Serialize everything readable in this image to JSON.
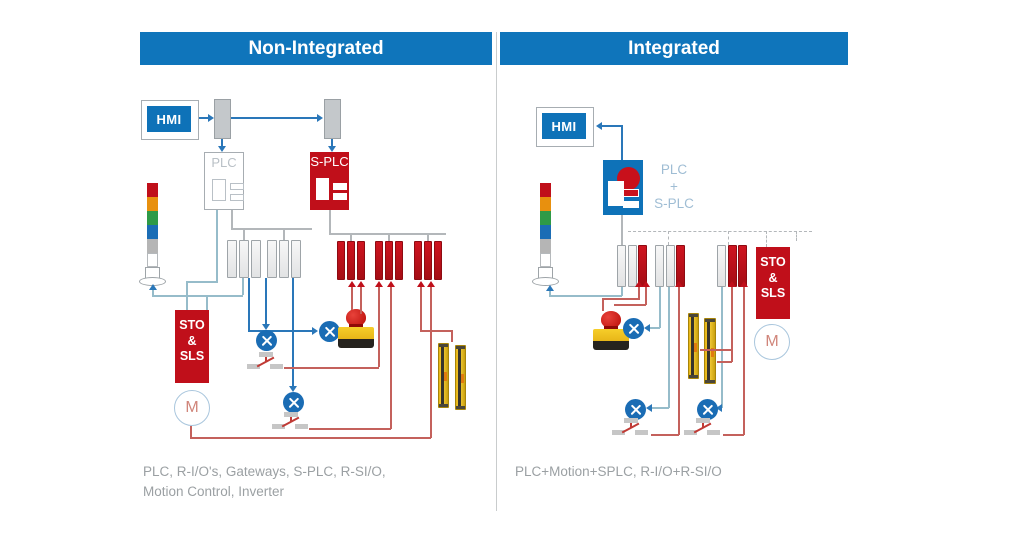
{
  "colors": {
    "header_blue": "#0f75bb",
    "device_blue": "#0e72b8",
    "safety_red": "#c00f1a",
    "wire_red": "#c4615c",
    "wire_blue": "#2a77b9",
    "wire_teal": "#96bcca",
    "wire_gray": "#b3b7ba",
    "caption_gray": "#9ba0a3",
    "tower_segments": [
      "#c00f1a",
      "#e8900e",
      "#2e9a47",
      "#1b6db5",
      "#b5b5b5",
      "#ffffff"
    ]
  },
  "icons": {
    "signal_tower": "stack-light-icon",
    "lamp_symbol": "circle-x-output-icon",
    "switch_symbol": "contact-switch-icon",
    "emergency_stop": "emergency-stop-button-icon",
    "light_curtain": "safety-light-curtain-icon",
    "motor": "motor-circle-icon"
  },
  "left": {
    "title": "Non-Integrated",
    "hmi": "HMI",
    "plc": "PLC",
    "splc": "S-PLC",
    "sto": {
      "l1": "STO",
      "l2": "&",
      "l3": "SLS"
    },
    "motor": "M",
    "caption1": "PLC, R-I/O's, Gateways, S-PLC, R-SI/O,",
    "caption2": "Motion Control, Inverter"
  },
  "right": {
    "title": "Integrated",
    "hmi": "HMI",
    "plc_splc": {
      "l1": "PLC",
      "l2": "+",
      "l3": "S-PLC"
    },
    "sto": {
      "l1": "STO",
      "l2": "&",
      "l3": "SLS"
    },
    "motor": "M",
    "caption1": "PLC+Motion+SPLC, R-I/O+R-SI/O"
  }
}
